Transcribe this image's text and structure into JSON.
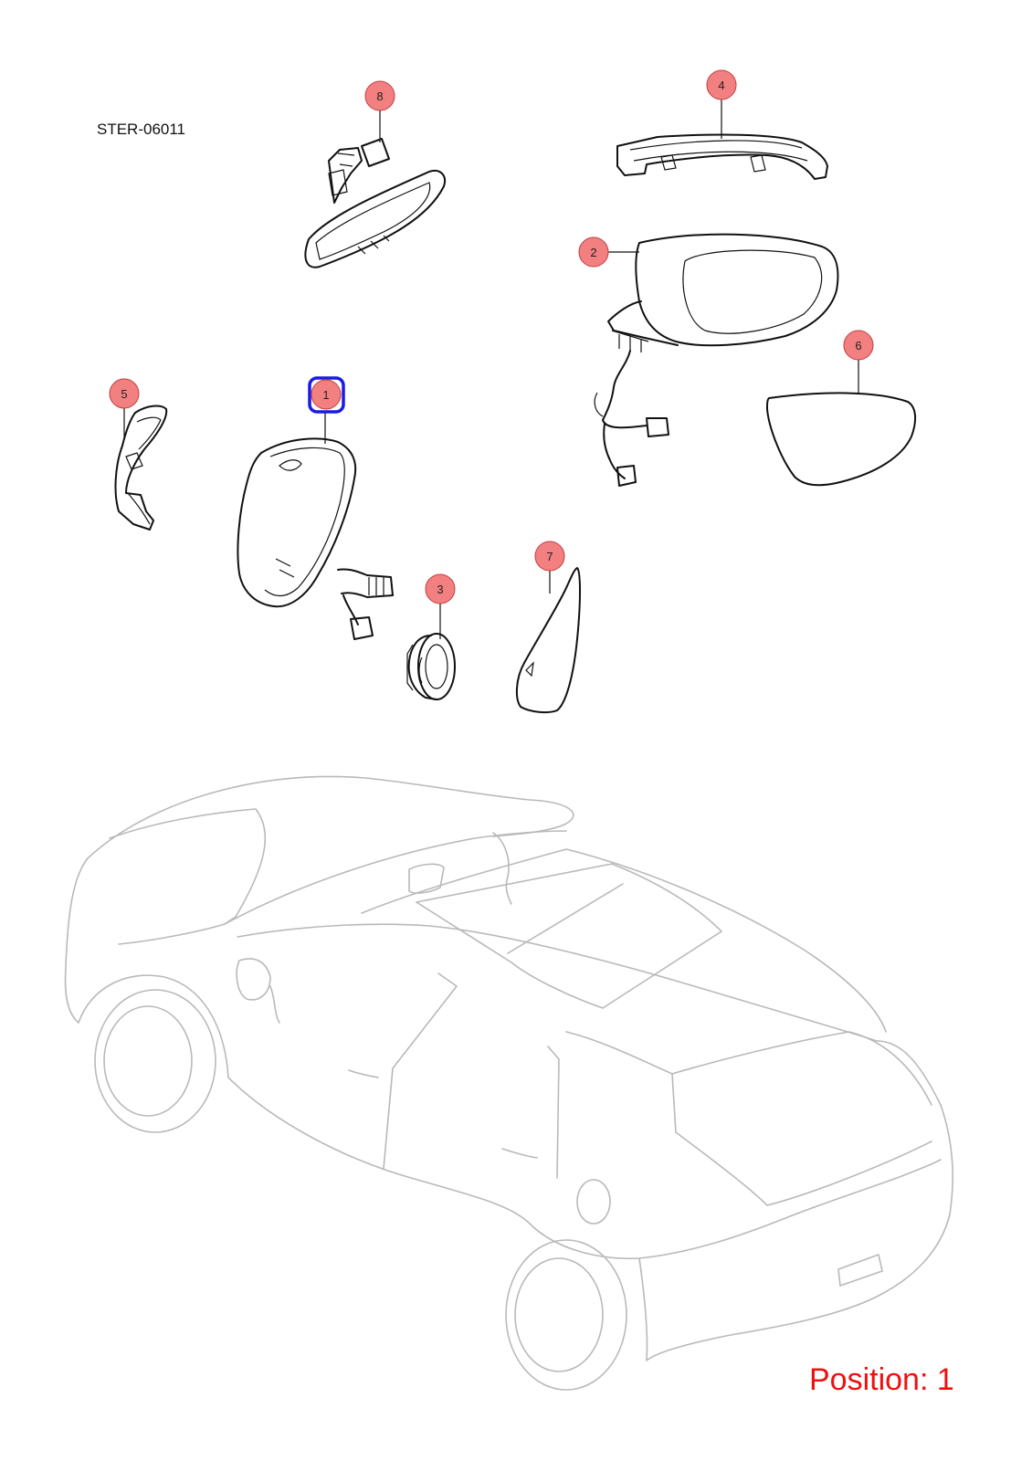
{
  "diagram_code": "STER-06011",
  "position_text": "Position: 1",
  "selected_callout": "1",
  "callouts": [
    {
      "id": "8",
      "label": "8",
      "part": "interior-rear-view-mirror"
    },
    {
      "id": "4",
      "label": "4",
      "part": "turn-signal-lamp-strip"
    },
    {
      "id": "2",
      "label": "2",
      "part": "mirror-housing-assembly"
    },
    {
      "id": "6",
      "label": "6",
      "part": "mirror-glass"
    },
    {
      "id": "5",
      "label": "5",
      "part": "side-lamp"
    },
    {
      "id": "1",
      "label": "1",
      "part": "outside-mirror-assembly"
    },
    {
      "id": "3",
      "label": "3",
      "part": "mirror-motor"
    },
    {
      "id": "7",
      "label": "7",
      "part": "blind-spot-glass"
    }
  ],
  "colors": {
    "callout_fill": "#f28080",
    "callout_stroke": "#c43c3c",
    "selected_outline": "#1a1ae6",
    "position_text": "#ee1111",
    "car_outline": "#b9b9b9"
  }
}
